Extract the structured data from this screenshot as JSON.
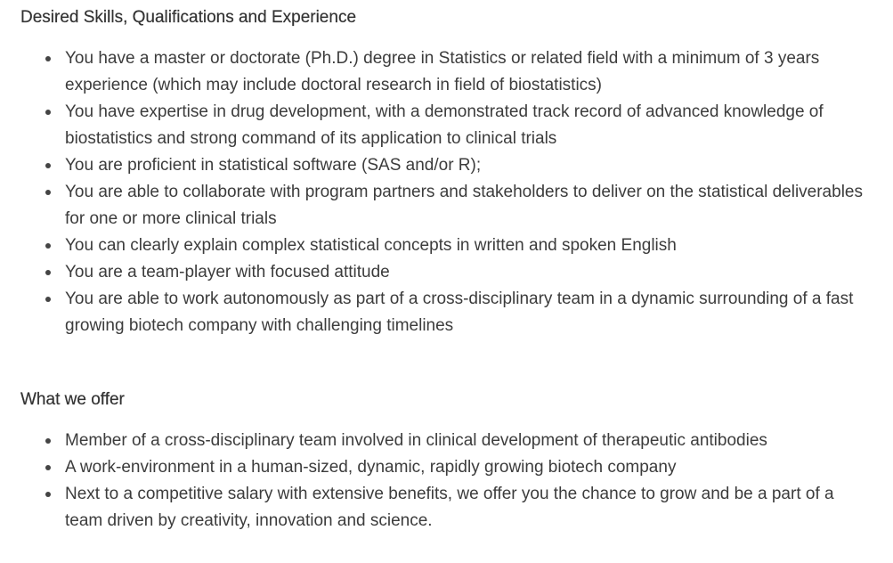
{
  "skills": {
    "heading": "Desired Skills, Qualifications and Experience",
    "items": [
      "You have a master or doctorate (Ph.D.) degree in Statistics or related field with a minimum of 3 years experience (which may include doctoral research in field of biostatistics)",
      "You have expertise in drug development, with a demonstrated track record of advanced knowledge of biostatistics and strong command of its application to clinical trials",
      "You are proficient in statistical software (SAS and/or R);",
      "You are able to collaborate with program partners and stakeholders to deliver on the statistical deliverables for one or more clinical trials",
      "You can clearly explain complex statistical concepts in written and spoken English",
      "You are a team-player with focused attitude",
      "You are able to work autonomously as part of a cross-disciplinary team in a dynamic surrounding of a fast growing biotech company with challenging timelines"
    ]
  },
  "offer": {
    "heading": "What we offer",
    "items": [
      "Member of a cross-disciplinary team involved in clinical development of therapeutic antibodies",
      "A work-environment in a human-sized, dynamic, rapidly growing biotech company",
      "Next to a competitive salary with extensive benefits, we offer you the chance to grow and be a part of a team driven by creativity, innovation and science."
    ]
  }
}
